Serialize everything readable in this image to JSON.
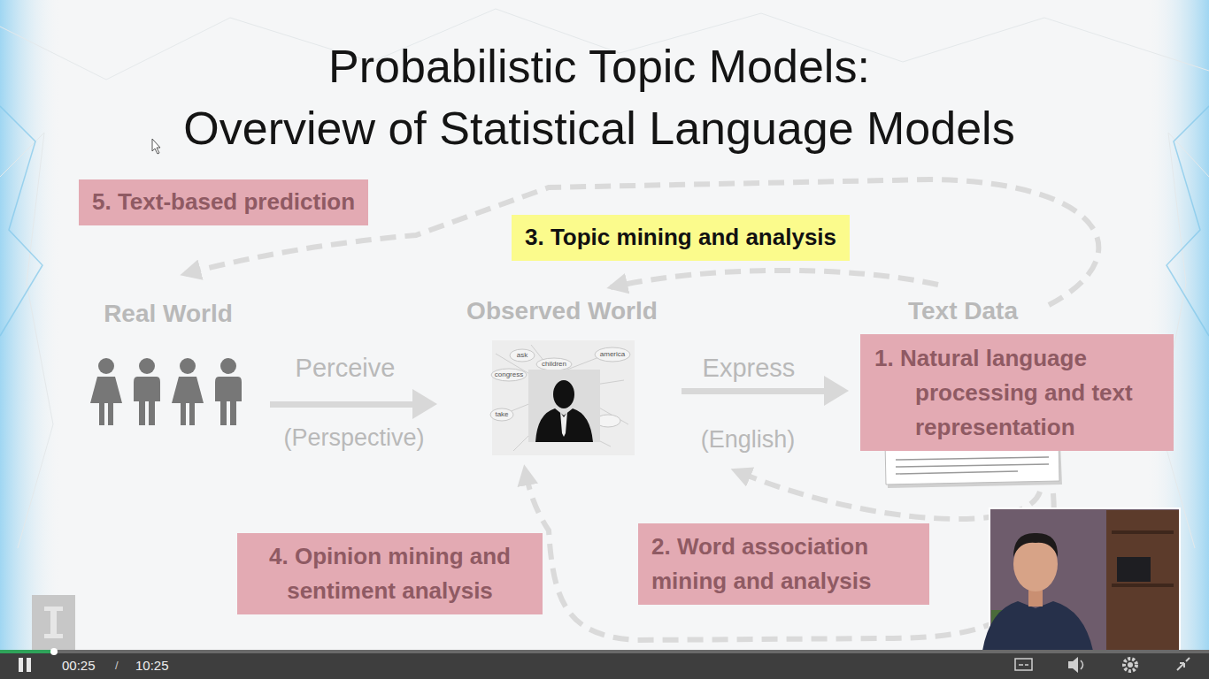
{
  "diagram": {
    "title": "Probabilistic Topic Models: Overview of Statistical Language Models",
    "nodes": [
      {
        "text": [
          "5. Text-based prediction"
        ]
      },
      {
        "text": [
          "3. Topic mining and analysis"
        ]
      },
      {
        "text": [
          "1. Natural language processing and text representation"
        ]
      },
      {
        "text": [
          "4. Opinion mining and sentiment analysis"
        ]
      },
      {
        "text": [
          "2. Word association mining and analysis"
        ]
      }
    ],
    "labels": [
      "Real World",
      "Perceive",
      "(Perspective)",
      "Observed World",
      "Express",
      "(English)",
      "Text Data",
      "ask",
      "children",
      "america",
      "congress",
      "take",
      "00:25",
      "/",
      "10:25"
    ]
  }
}
